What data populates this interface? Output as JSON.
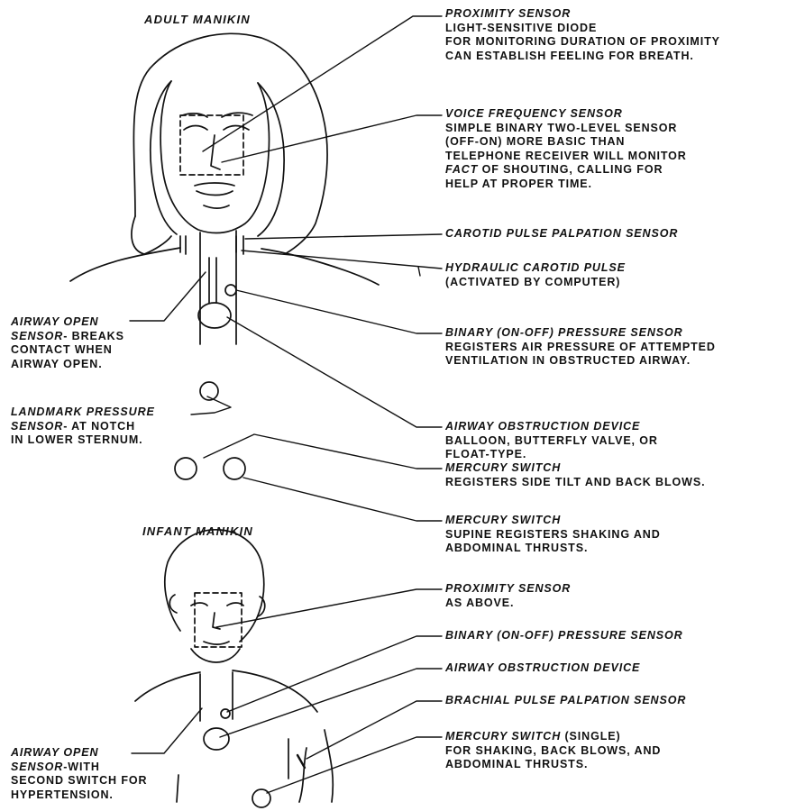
{
  "titles": {
    "adult": "ADULT MANIKIN",
    "infant": "INFANT MANIKIN"
  },
  "adult_labels": {
    "proximity": {
      "head": "PROXIMITY SENSOR",
      "lines": [
        "LIGHT-SENSITIVE DIODE",
        "FOR MONITORING DURATION OF PROXIMITY",
        "CAN ESTABLISH FEELING FOR BREATH."
      ]
    },
    "voice": {
      "head": "VOICE FREQUENCY SENSOR",
      "lines": [
        "SIMPLE BINARY TWO-LEVEL SENSOR",
        "(OFF-ON) MORE BASIC THAN",
        "TELEPHONE RECEIVER WILL MONITOR"
      ],
      "fact_word": "FACT",
      "fact_rest": " OF SHOUTING, CALLING FOR",
      "last": "HELP AT PROPER TIME."
    },
    "carotid_sensor": {
      "head": "CAROTID PULSE PALPATION SENSOR"
    },
    "hydraulic": {
      "head": "HYDRAULIC CAROTID PULSE",
      "lines": [
        "(ACTIVATED BY COMPUTER)"
      ]
    },
    "binary": {
      "head": "BINARY (ON-OFF) PRESSURE SENSOR",
      "lines": [
        "REGISTERS AIR PRESSURE OF ATTEMPTED",
        "VENTILATION IN OBSTRUCTED AIRWAY."
      ]
    },
    "obstruction": {
      "head": "AIRWAY OBSTRUCTION DEVICE",
      "lines": [
        "BALLOON, BUTTERFLY VALVE, OR",
        "FLOAT-TYPE."
      ]
    },
    "mercury1": {
      "head": "MERCURY SWITCH",
      "lines": [
        "REGISTERS SIDE TILT AND BACK BLOWS."
      ]
    },
    "mercury2": {
      "head": "MERCURY SWITCH",
      "lines": [
        "SUPINE REGISTERS SHAKING AND",
        "ABDOMINAL THRUSTS."
      ]
    },
    "airway_open": {
      "head": "AIRWAY OPEN",
      "head2": "SENSOR",
      "tail": "- BREAKS",
      "lines": [
        "CONTACT WHEN",
        "AIRWAY OPEN."
      ]
    },
    "landmark": {
      "head": "LANDMARK PRESSURE",
      "head2": "SENSOR",
      "tail": "- AT NOTCH",
      "lines": [
        "IN LOWER STERNUM."
      ]
    }
  },
  "infant_labels": {
    "proximity": {
      "head": "PROXIMITY SENSOR",
      "lines": [
        "AS ABOVE."
      ]
    },
    "binary": {
      "head": "BINARY (ON-OFF) PRESSURE SENSOR"
    },
    "obstruction": {
      "head": "AIRWAY OBSTRUCTION DEVICE"
    },
    "brachial": {
      "head": "BRACHIAL PULSE PALPATION SENSOR"
    },
    "mercury": {
      "head": "MERCURY SWITCH",
      "suffix": " (SINGLE)",
      "lines": [
        "FOR SHAKING, BACK BLOWS, AND",
        "ABDOMINAL THRUSTS."
      ]
    },
    "airway_open": {
      "head": "AIRWAY OPEN",
      "head2": "SENSOR",
      "tail": "-WITH",
      "lines": [
        "SECOND SWITCH FOR",
        "HYPERTENSION."
      ]
    }
  }
}
